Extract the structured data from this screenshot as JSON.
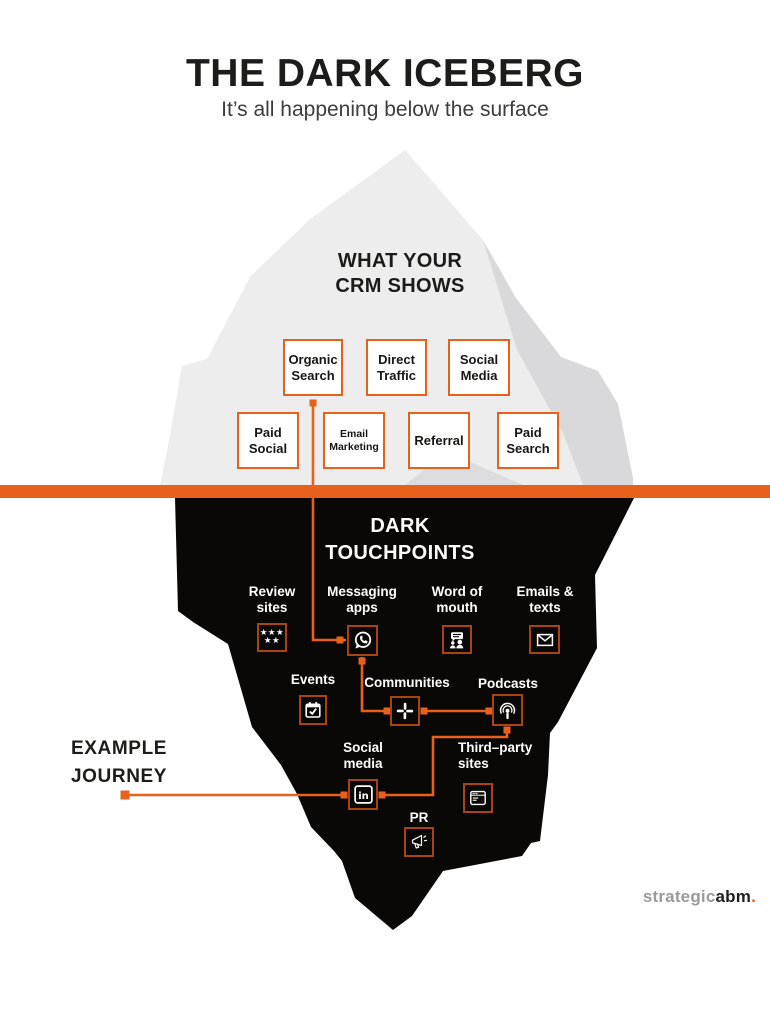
{
  "header": {
    "title": "THE DARK ICEBERG",
    "subtitle": "It’s all happening below the surface"
  },
  "surface": {
    "heading_line1": "WHAT YOUR",
    "heading_line2": "CRM SHOWS",
    "channels": [
      {
        "label": "Organic Search"
      },
      {
        "label": "Direct Traffic"
      },
      {
        "label": "Social Media"
      },
      {
        "label": "Paid Social"
      },
      {
        "label": "Email Marketing"
      },
      {
        "label": "Referral"
      },
      {
        "label": "Paid Search"
      }
    ]
  },
  "underwater": {
    "heading_line1": "DARK",
    "heading_line2": "TOUCHPOINTS",
    "touchpoints": [
      {
        "label": "Review sites",
        "icon": "stars-icon"
      },
      {
        "label": "Messaging apps",
        "icon": "whatsapp-icon"
      },
      {
        "label": "Word of mouth",
        "icon": "word-of-mouth-icon"
      },
      {
        "label": "Emails & texts",
        "icon": "envelope-icon"
      },
      {
        "label": "Events",
        "icon": "calendar-check-icon"
      },
      {
        "label": "Communities",
        "icon": "slack-icon"
      },
      {
        "label": "Podcasts",
        "icon": "podcast-icon"
      },
      {
        "label": "Social media",
        "icon": "linkedin-icon"
      },
      {
        "label": "Third–party sites",
        "icon": "browser-icon"
      },
      {
        "label": "PR",
        "icon": "megaphone-icon"
      }
    ]
  },
  "journey": {
    "heading_line1": "EXAMPLE",
    "heading_line2": "JOURNEY"
  },
  "logo": {
    "gray": "strategic",
    "black": "abm",
    "dot": "."
  },
  "colors": {
    "accent_orange": "#E8611C",
    "icon_border_orange": "#A84410",
    "iceberg_light": "#EDEDEE",
    "iceberg_facet": "#D9D9DB",
    "iceberg_dark": "#0A0806"
  }
}
